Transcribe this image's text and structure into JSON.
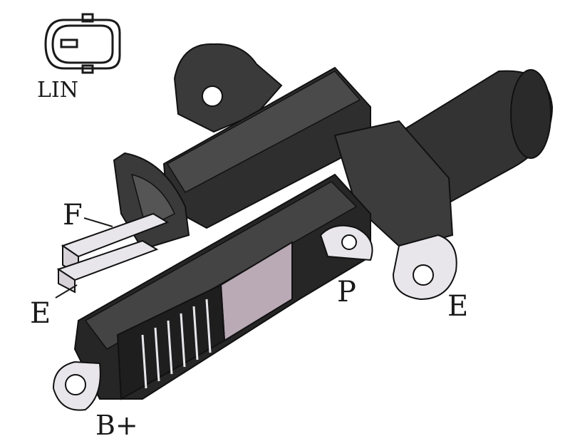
{
  "labels": {
    "lin": "LIN",
    "f": "F",
    "e_left": "E",
    "p": "P",
    "e_right": "E",
    "b_plus": "B+"
  },
  "colors": {
    "body": "#3a3a3a",
    "body_dark": "#1f1f1f",
    "body_light": "#5a5a5a",
    "terminal": "#e8e6ea",
    "heatsink_face": "#b9aab5",
    "outline": "#111111"
  }
}
